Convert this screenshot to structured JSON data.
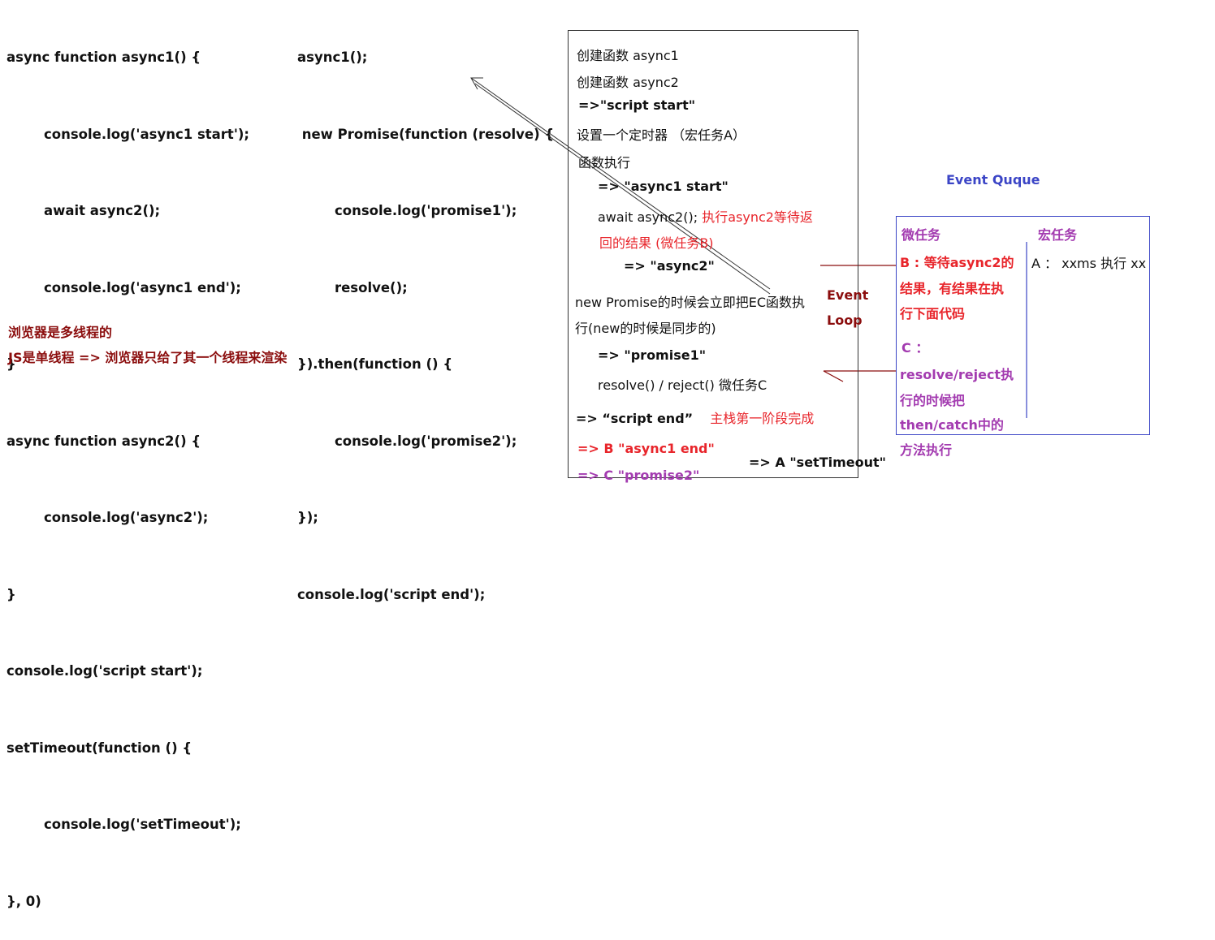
{
  "code_left": [
    "async function async1() {",
    "        console.log('async1 start');",
    "        await async2();",
    "        console.log('async1 end');",
    "}",
    "async function async2() {",
    "        console.log('async2');",
    "}",
    "console.log('script start');",
    "setTimeout(function () {",
    "        console.log('setTimeout');",
    "}, 0)"
  ],
  "code_right": [
    "async1();",
    " new Promise(function (resolve) {",
    "        console.log('promise1');",
    "        resolve();",
    "}).then(function () {",
    "        console.log('promise2');",
    "});",
    "console.log('script end');"
  ],
  "notes": {
    "line1": "浏览器是多线程的",
    "line2": "JS是单线程 => 浏览器只给了其一个线程来渲染"
  },
  "stack": {
    "s1": "创建函数   async1",
    "s2": "创建函数   async2",
    "s3": "=>\"script start\"",
    "s4": "设置一个定时器  （宏任务A）",
    "s5": "函数执行",
    "s6": "=> \"async1 start\"",
    "s7": "await async2();",
    "s7_red": "执行async2等待返",
    "s8": "回的结果  (微任务B)",
    "s9": "=> \"async2\"",
    "s10": "new Promise的时候会立即把EC函数执",
    "s11": "行(new的时候是同步的)",
    "s12": "=> \"promise1\"",
    "s13": "resolve()  / reject()  微任务C",
    "s14": "=>  “script end”",
    "s14_red": "主栈第一阶段完成",
    "s15": "=> B \"async1 end\"",
    "s16": "=> C  \"promise2\"",
    "s17": "=> A   \"setTimeout\""
  },
  "event_loop": {
    "word1": "Event",
    "word2": "Loop"
  },
  "queue": {
    "title": "Event Quque",
    "micro_header": "微任务",
    "macro_header": "宏任务",
    "b1": "B : 等待async2的",
    "b2": "结果，有结果在执",
    "b3": "行下面代码",
    "c1": "C ：",
    "c2": "resolve/reject执",
    "c3": "行的时候把",
    "c4": "then/catch中的",
    "c5": "方法执行",
    "macro_item": "A  ：  xxms 执行 xx"
  },
  "colors": {
    "red": "#e8252b",
    "dark_red": "#8b0d0d",
    "purple": "#a33bb0",
    "blue": "#3b45c6"
  }
}
